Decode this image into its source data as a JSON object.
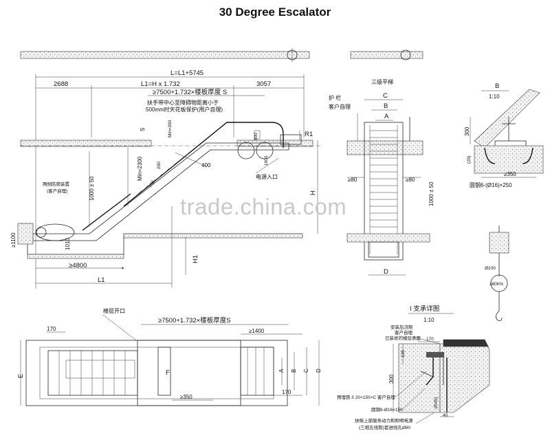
{
  "title": "30 Degree Escalator",
  "watermark": "trade.china.com",
  "side_view": {
    "dim_total": "L=L1+5745",
    "dim_left": "2688",
    "dim_mid": "L1=H x 1.732",
    "dim_right": "3057",
    "dim_span": "≥7500+1.732×楼板厚度 S",
    "note_line1": "扶手带中心至障碍物距离小于",
    "note_line2": "500mm时天花板保护(用户自理)",
    "label_s": "S",
    "label_min300": "Min=300",
    "label_r1": "R1",
    "label_900": "900",
    "label_1000": "1000",
    "label_400": "400",
    "label_200": "200",
    "label_min2300": "Min=2300",
    "label_788": "788",
    "label_h": "H",
    "label_1000_50": "1000 ± 50",
    "label_anti_climb_1": "两侧防爬装置",
    "label_anti_climb_2": "(客户自理)",
    "label_power": "电源入口",
    "label_1100": "≥1100",
    "label_1010": "1010",
    "label_h1": "H1",
    "label_4800": "≥4800",
    "label_l1": "L1"
  },
  "front_view": {
    "label_stairs": "三级平梯",
    "label_guard_1": "护 栏",
    "label_guard_2": "客户自理",
    "label_c": "C",
    "label_b": "B",
    "label_a": "A",
    "label_80_left": "≥80",
    "label_80_right": "≥80",
    "label_1000_50": "1000 ± 50",
    "label_d": "D"
  },
  "detail_b": {
    "label_b": "B",
    "label_scale": "1:10",
    "label_300": "300",
    "label_20": "(20)",
    "label_350": "≥350",
    "label_rebar": "圆钢6-(Ø16)×250",
    "label_100": "Ø100",
    "label_load": "≥80KN"
  },
  "plan_view": {
    "label_170": "170",
    "label_opening": "楼层开口",
    "label_span": "≥7500+1.732×楼板厚度S",
    "label_1400": "≥1400",
    "label_e": "E",
    "label_f": "F",
    "label_a": "A",
    "label_b": "B",
    "label_c": "C",
    "label_d": "D",
    "label_350": "≥350",
    "label_170_right": "170"
  },
  "detail_i": {
    "label_title": "I  支承详图",
    "label_scale": "1:10",
    "note_1": "安装后浇制",
    "note_2": "客户自理",
    "note_3": "已装修的楼层表面",
    "label_170": "170",
    "label_135": "135",
    "label_300": "300",
    "label_r45": "(R45)",
    "label_40": "40",
    "note_plate": "预埋铁 δ 20×150×C 客户自理",
    "note_rebar": "圆钢6-Ø16×150",
    "note_power_1": "扶梯上部服务动力和照明电源",
    "note_power_2": "(三相五线制)套进线孔Ø80"
  }
}
